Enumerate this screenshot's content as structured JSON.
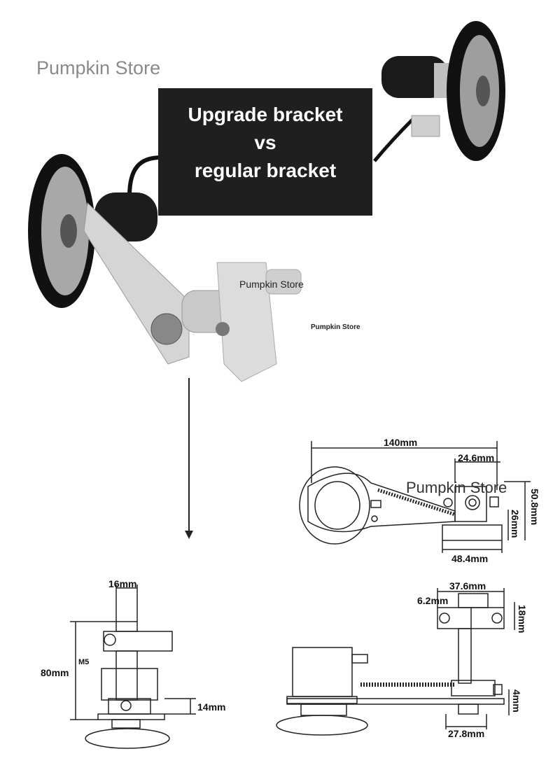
{
  "brand": {
    "store_name": "Pumpkin Store"
  },
  "banner": {
    "line1": "Upgrade bracket",
    "line2": "vs",
    "line3": "regular bracket"
  },
  "watermarks": {
    "photo_main": "Pumpkin Store",
    "photo_small": "Pumpkin Store",
    "drawing": "Pumpkin Store"
  },
  "dimensions": {
    "top_view": {
      "overall_length": "140mm",
      "offset": "24.6mm",
      "height": "50.8mm",
      "base_height": "26mm",
      "base_width": "48.4mm"
    },
    "front_view": {
      "top_width": "16mm",
      "thread": "M5",
      "overall_height": "80mm",
      "base_height": "14mm"
    },
    "side_view": {
      "top_width": "37.6mm",
      "hole": "6.2mm",
      "top_height": "18mm",
      "plate": "4mm",
      "base_width": "27.8mm"
    }
  },
  "colors": {
    "banner_bg": "#1f1f1f",
    "banner_text": "#ffffff",
    "brand_text": "#8a8a8a"
  }
}
